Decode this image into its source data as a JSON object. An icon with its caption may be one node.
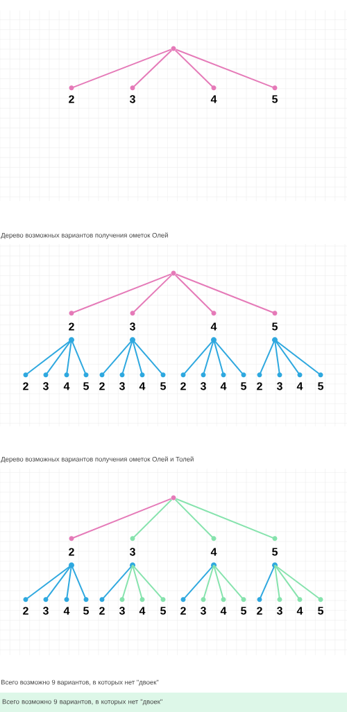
{
  "diagram": {
    "nodes": [
      {
        "text": [],
        "shape": "circle"
      },
      {
        "text": [
          "2"
        ]
      },
      {
        "text": [
          "3"
        ]
      },
      {
        "text": [
          "4"
        ]
      },
      {
        "text": [
          "5"
        ]
      },
      {
        "text": [],
        "shape": "circle"
      },
      {
        "text": [
          "2"
        ]
      },
      {
        "text": [
          "3"
        ]
      },
      {
        "text": [
          "4"
        ]
      },
      {
        "text": [
          "5"
        ]
      },
      {
        "text": [
          "2"
        ]
      },
      {
        "text": [
          "3"
        ]
      },
      {
        "text": [
          "4"
        ]
      },
      {
        "text": [
          "5"
        ]
      },
      {
        "text": [
          "2"
        ]
      },
      {
        "text": [
          "3"
        ]
      },
      {
        "text": [
          "4"
        ]
      },
      {
        "text": [
          "5"
        ]
      },
      {
        "text": [
          "2"
        ]
      },
      {
        "text": [
          "3"
        ]
      },
      {
        "text": [
          "4"
        ]
      },
      {
        "text": [
          "5"
        ]
      },
      {
        "text": [
          "2"
        ]
      },
      {
        "text": [
          "3"
        ]
      },
      {
        "text": [
          "4"
        ]
      },
      {
        "text": [
          "5"
        ]
      },
      {
        "text": [],
        "shape": "circle"
      },
      {
        "text": [
          "2"
        ]
      },
      {
        "text": [
          "3"
        ]
      },
      {
        "text": [
          "4"
        ]
      },
      {
        "text": [
          "5"
        ]
      },
      {
        "text": [
          "2"
        ]
      },
      {
        "text": [
          "3"
        ]
      },
      {
        "text": [
          "4"
        ]
      },
      {
        "text": [
          "5"
        ]
      },
      {
        "text": [
          "2"
        ]
      },
      {
        "text": [
          "3"
        ]
      },
      {
        "text": [
          "4"
        ]
      },
      {
        "text": [
          "5"
        ]
      },
      {
        "text": [
          "2"
        ]
      },
      {
        "text": [
          "3"
        ]
      },
      {
        "text": [
          "4"
        ]
      },
      {
        "text": [
          "5"
        ]
      },
      {
        "text": [
          "2"
        ]
      },
      {
        "text": [
          "3"
        ]
      },
      {
        "text": [
          "4"
        ]
      },
      {
        "text": [
          "5"
        ]
      },
      {
        "text": [
          "Всего возможно 9 вариантов, в которых нет \"двоек\""
        ]
      }
    ],
    "edges": [
      {
        "from": 0,
        "to": 1,
        "arrow": "none",
        "color": "#e57ab8"
      },
      {
        "from": 0,
        "to": 2,
        "arrow": "none",
        "color": "#e57ab8"
      },
      {
        "from": 0,
        "to": 3,
        "arrow": "none",
        "color": "#e57ab8"
      },
      {
        "from": 0,
        "to": 4,
        "arrow": "none",
        "color": "#e57ab8"
      },
      {
        "from": 5,
        "to": 6,
        "arrow": "none",
        "color": "#e57ab8"
      },
      {
        "from": 5,
        "to": 7,
        "arrow": "none",
        "color": "#e57ab8"
      },
      {
        "from": 5,
        "to": 8,
        "arrow": "none",
        "color": "#e57ab8"
      },
      {
        "from": 5,
        "to": 9,
        "arrow": "none",
        "color": "#e57ab8"
      },
      {
        "from": 6,
        "to": 10,
        "arrow": "none"
      },
      {
        "from": 6,
        "to": 11,
        "arrow": "none"
      },
      {
        "from": 6,
        "to": 12,
        "arrow": "none"
      },
      {
        "from": 6,
        "to": 13,
        "arrow": "none"
      },
      {
        "from": 7,
        "to": 14,
        "arrow": "none"
      },
      {
        "from": 7,
        "to": 15,
        "arrow": "none"
      },
      {
        "from": 7,
        "to": 16,
        "arrow": "none"
      },
      {
        "from": 7,
        "to": 17,
        "arrow": "none"
      },
      {
        "from": 8,
        "to": 18,
        "arrow": "none"
      },
      {
        "from": 8,
        "to": 19,
        "arrow": "none"
      },
      {
        "from": 8,
        "to": 20,
        "arrow": "none"
      },
      {
        "from": 8,
        "to": 21,
        "arrow": "none"
      },
      {
        "from": 9,
        "to": 22,
        "arrow": "none"
      },
      {
        "from": 9,
        "to": 23,
        "arrow": "none"
      },
      {
        "from": 9,
        "to": 24,
        "arrow": "none"
      },
      {
        "from": 9,
        "to": 25,
        "arrow": "none"
      },
      {
        "from": 26,
        "to": 27,
        "arrow": "none",
        "color": "#e57ab8"
      },
      {
        "from": 26,
        "to": 28,
        "arrow": "none",
        "color": "#86e3ad"
      },
      {
        "from": 26,
        "to": 29,
        "arrow": "none",
        "color": "#86e3ad"
      },
      {
        "from": 26,
        "to": 30,
        "arrow": "none",
        "color": "#86e3ad"
      },
      {
        "from": 27,
        "to": 31,
        "arrow": "none"
      },
      {
        "from": 27,
        "to": 32,
        "arrow": "none"
      },
      {
        "from": 27,
        "to": 33,
        "arrow": "none"
      },
      {
        "from": 27,
        "to": 34,
        "arrow": "none"
      },
      {
        "from": 28,
        "to": 35,
        "arrow": "none"
      },
      {
        "from": 28,
        "to": 36,
        "arrow": "none",
        "color": "#86e3ad"
      },
      {
        "from": 28,
        "to": 37,
        "arrow": "none",
        "color": "#86e3ad"
      },
      {
        "from": 28,
        "to": 38,
        "arrow": "none",
        "color": "#86e3ad"
      },
      {
        "from": 29,
        "to": 39,
        "arrow": "none"
      },
      {
        "from": 29,
        "to": 40,
        "arrow": "none",
        "color": "#86e3ad"
      },
      {
        "from": 29,
        "to": 41,
        "arrow": "none",
        "color": "#86e3ad"
      },
      {
        "from": 29,
        "to": 42,
        "arrow": "none",
        "color": "#86e3ad"
      },
      {
        "from": 30,
        "to": 43,
        "arrow": "none"
      },
      {
        "from": 30,
        "to": 44,
        "arrow": "none",
        "color": "#86e3ad"
      },
      {
        "from": 30,
        "to": 45,
        "arrow": "none",
        "color": "#86e3ad"
      },
      {
        "from": 30,
        "to": 46,
        "arrow": "none",
        "color": "#86e3ad"
      }
    ],
    "labels": [
      "Дерево возможных вариантов получения ометок Олей",
      "Дерево возможных вариантов получения ометок Олей и Толей",
      "Всего возможно 9 вариантов, в которых нет \"двоек\""
    ]
  }
}
